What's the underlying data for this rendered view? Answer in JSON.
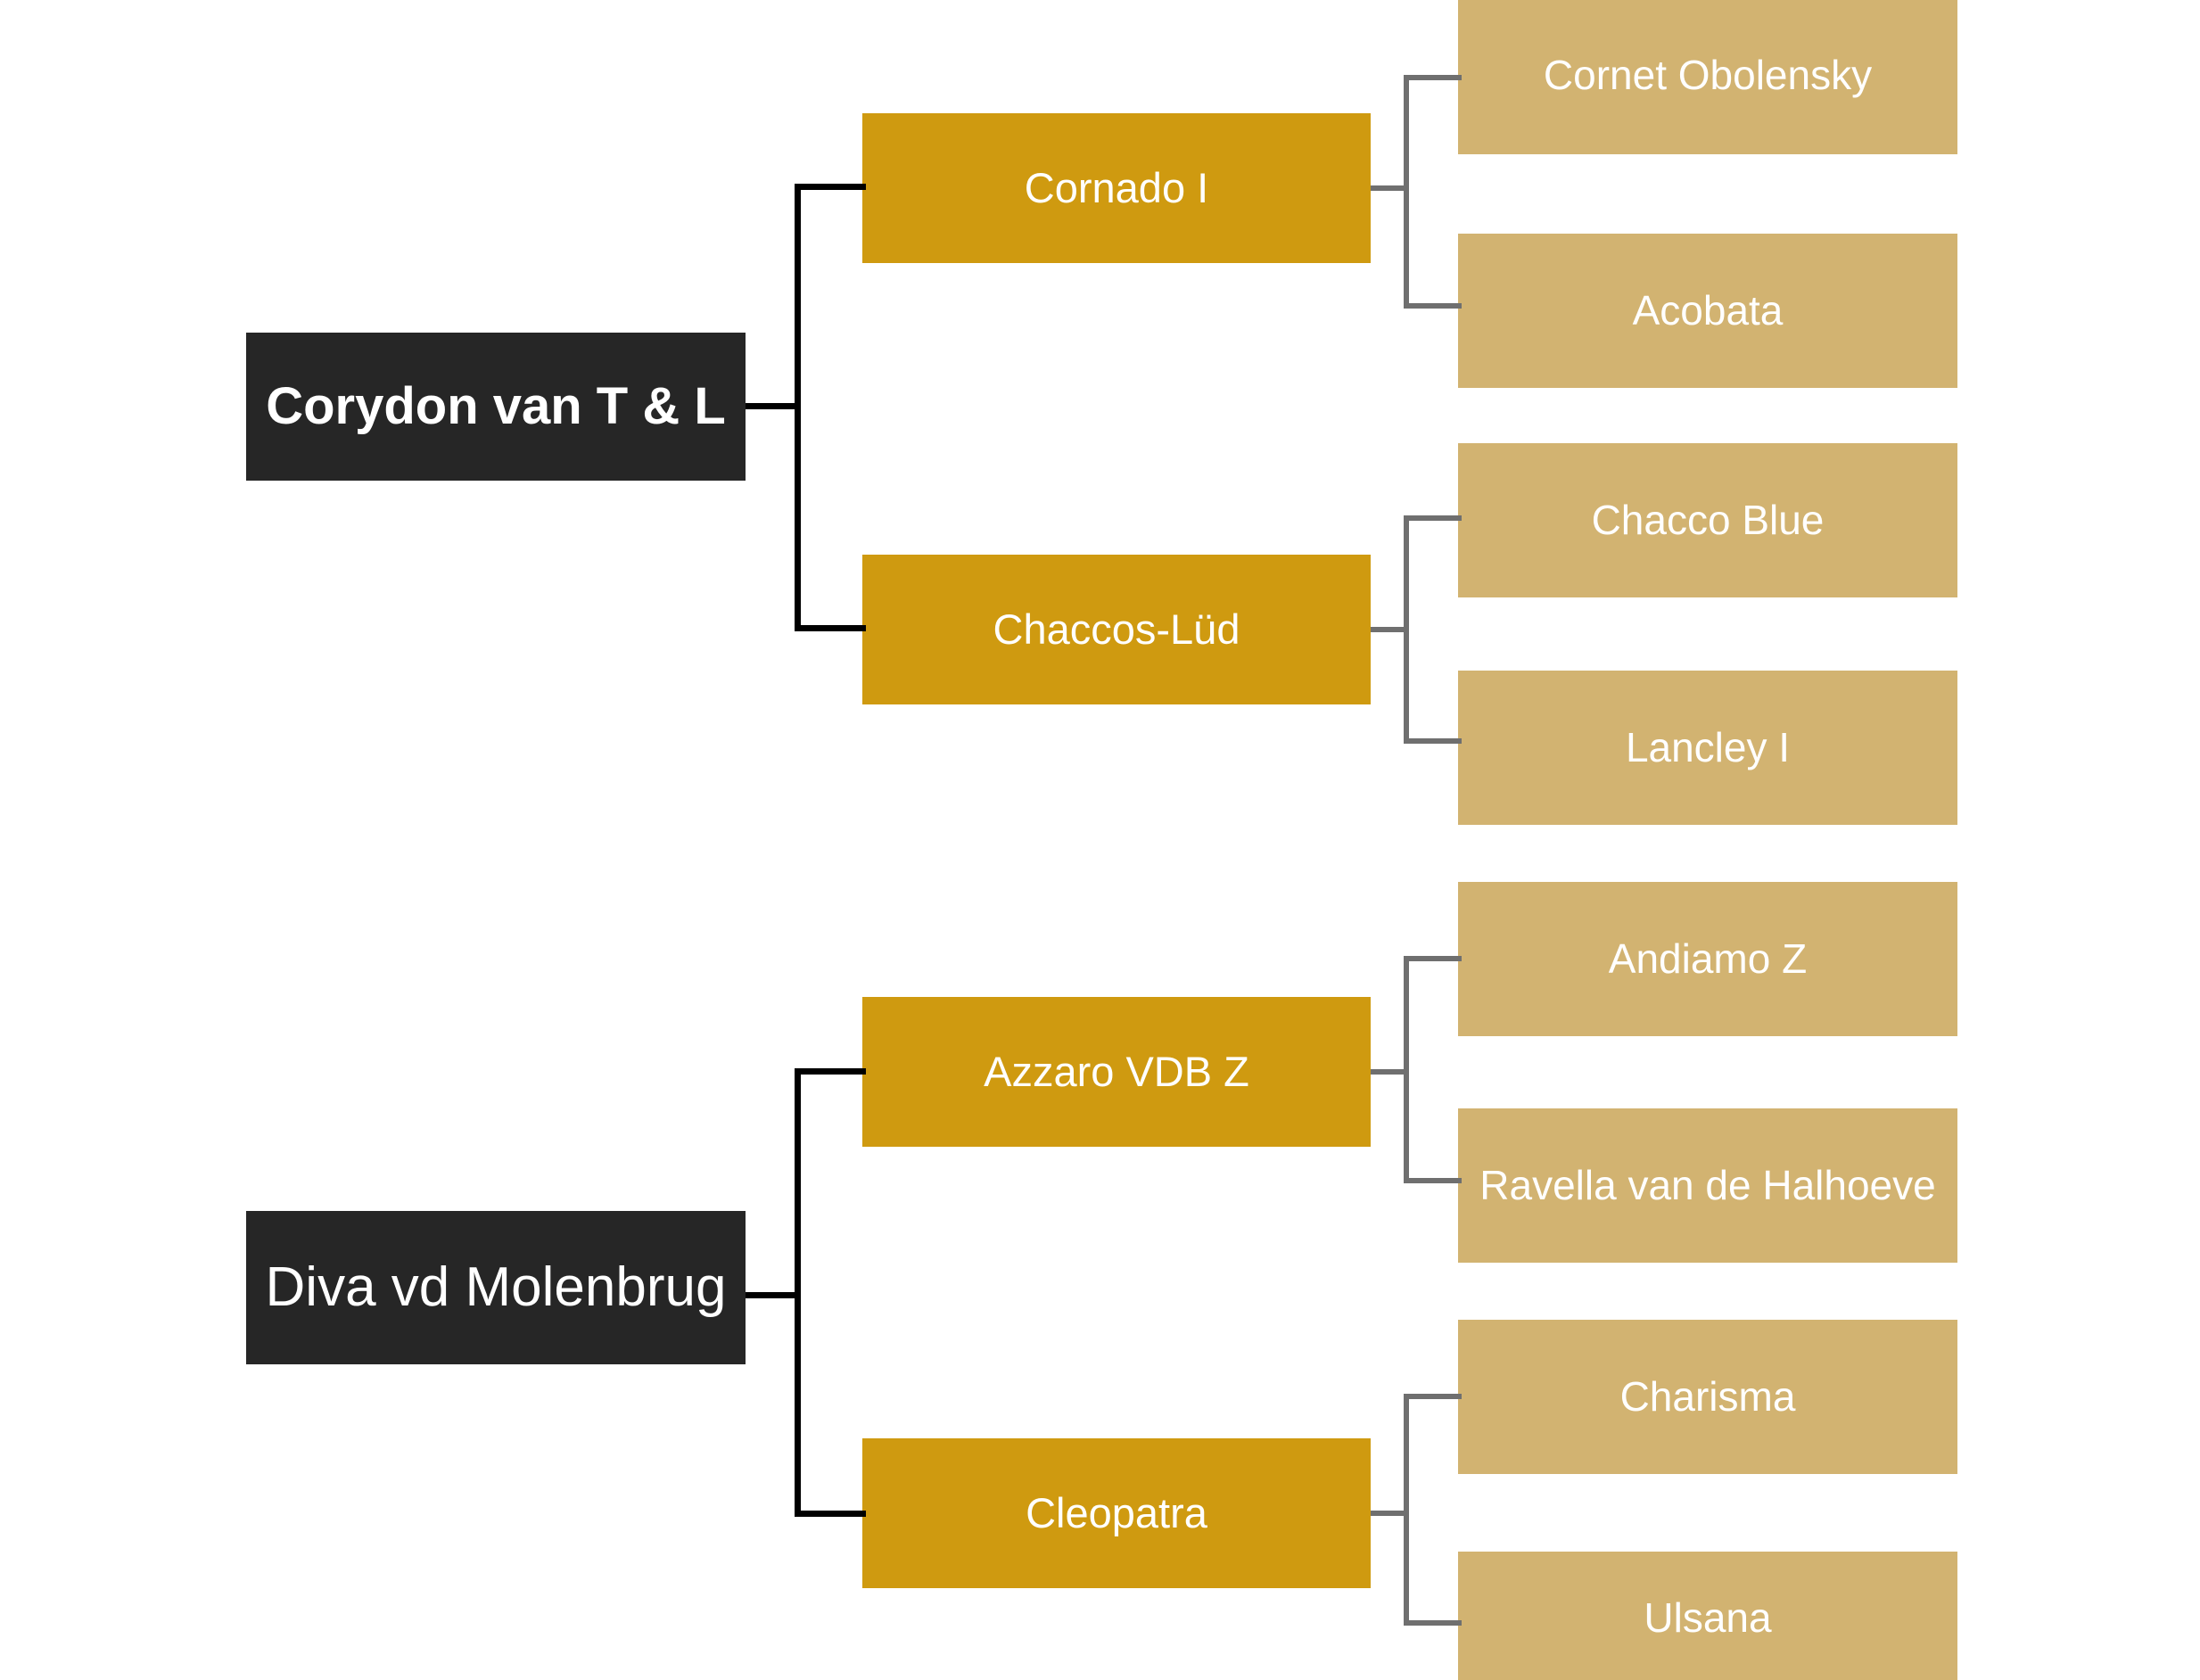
{
  "diagram": {
    "type": "pedigree-tree",
    "title_text": "",
    "orientation": "left-to-right",
    "generations": 3,
    "colors": {
      "background": "#ffffff",
      "gen0_box": "#262626",
      "gen1_box": "#cf9a10",
      "gen2_box": "#d2b371",
      "gen0_text": "#ffffff",
      "gen1_text": "#ffffff",
      "gen2_text": "#ffffff",
      "connector_primary": "#000000",
      "connector_secondary": "#6f6f6f"
    }
  },
  "trees": [
    {
      "id": "sire-line",
      "root": {
        "label": "Corydon van T & L",
        "bold": true
      },
      "parents": [
        {
          "label": "Cornado I",
          "grandparents": [
            {
              "label": "Cornet Obolensky"
            },
            {
              "label": "Acobata"
            }
          ]
        },
        {
          "label": "Chaccos-Lüd",
          "grandparents": [
            {
              "label": "Chacco Blue"
            },
            {
              "label": "Lancley I"
            }
          ]
        }
      ]
    },
    {
      "id": "dam-line",
      "root": {
        "label": "Diva vd Molenbrug",
        "bold": false
      },
      "parents": [
        {
          "label": "Azzaro VDB Z",
          "grandparents": [
            {
              "label": "Andiamo Z"
            },
            {
              "label": "Ravella van de Halhoeve"
            }
          ]
        },
        {
          "label": "Cleopatra",
          "grandparents": [
            {
              "label": "Charisma"
            },
            {
              "label": "Ulsana"
            }
          ]
        }
      ]
    }
  ]
}
